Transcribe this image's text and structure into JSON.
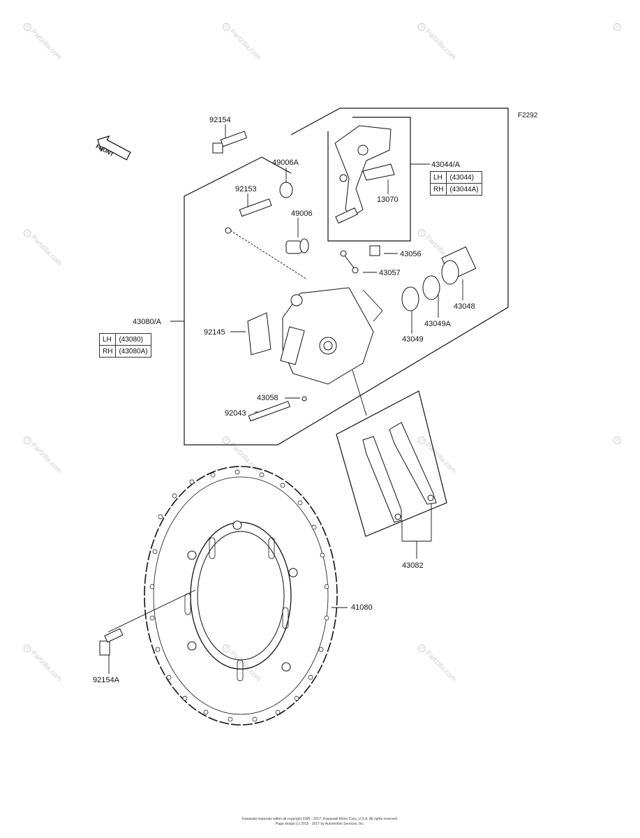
{
  "diagram": {
    "ref_code": "F2292",
    "front_label": "FRONT",
    "watermark_text": "Partzilla.com",
    "watermark_symbol": "©",
    "footer_line1": "Kawasaki materials within all copyright 1995 - 2017, Kawasaki Motor Corp, U.S.A. All rights reserved.",
    "footer_line2": "Page design (c) 2015 - 2017 by Automotive Services, Inc."
  },
  "parts": {
    "p92154": "92154",
    "p49006A": "49006A",
    "p92153": "92153",
    "p49006": "49006",
    "p43044A": "43044/A",
    "p13070": "13070",
    "p43056": "43056",
    "p43057": "43057",
    "p43048": "43048",
    "p43049A": "43049A",
    "p43049": "43049",
    "p43080A": "43080/A",
    "p92145": "92145",
    "p43058": "43058",
    "p92043": "92043",
    "p43082": "43082",
    "p41080": "41080",
    "p92154A": "92154A"
  },
  "variants": {
    "caliper_holder": [
      {
        "side": "LH",
        "part": "(43044)"
      },
      {
        "side": "RH",
        "part": "(43044A)"
      }
    ],
    "caliper_assy": [
      {
        "side": "LH",
        "part": "(43080)"
      },
      {
        "side": "RH",
        "part": "(43080A)"
      }
    ]
  }
}
